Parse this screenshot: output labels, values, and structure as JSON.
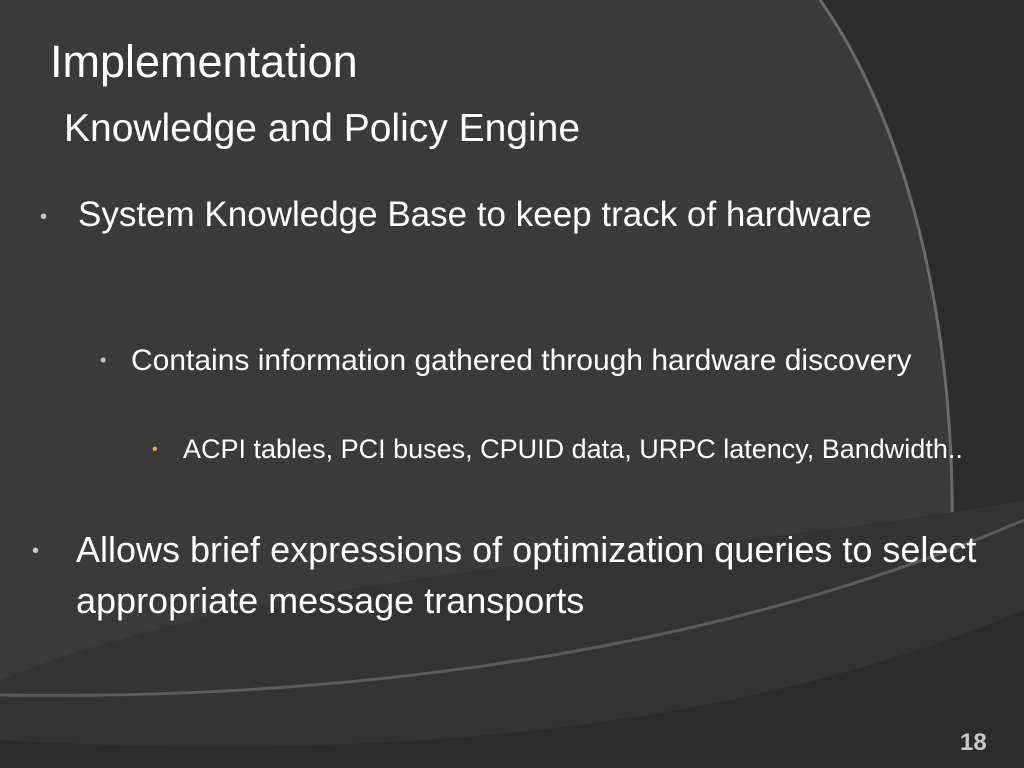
{
  "slide": {
    "title": "Implementation",
    "subtitle": "Knowledge and Policy Engine",
    "bullets": [
      {
        "text": "System Knowledge Base to keep track of hardware",
        "level": 1
      },
      {
        "text": "Contains information gathered through hardware discovery",
        "level": 2
      },
      {
        "text": "ACPI tables, PCI buses, CPUID data, URPC latency, Bandwidth..",
        "level": 3
      },
      {
        "text": "Allows brief expressions of optimization queries to select appropriate message transports",
        "level": 1
      }
    ],
    "bullet_glyph": "•",
    "page_number": "18"
  },
  "colors": {
    "background": "#3a3a3a",
    "background_dark": "#2f2f2f",
    "band_light": "#585858",
    "text": "#ffffff",
    "bullet": "#c9c9c9",
    "bullet_level3": "#e0b43c",
    "page_number": "#c8c8c8"
  }
}
